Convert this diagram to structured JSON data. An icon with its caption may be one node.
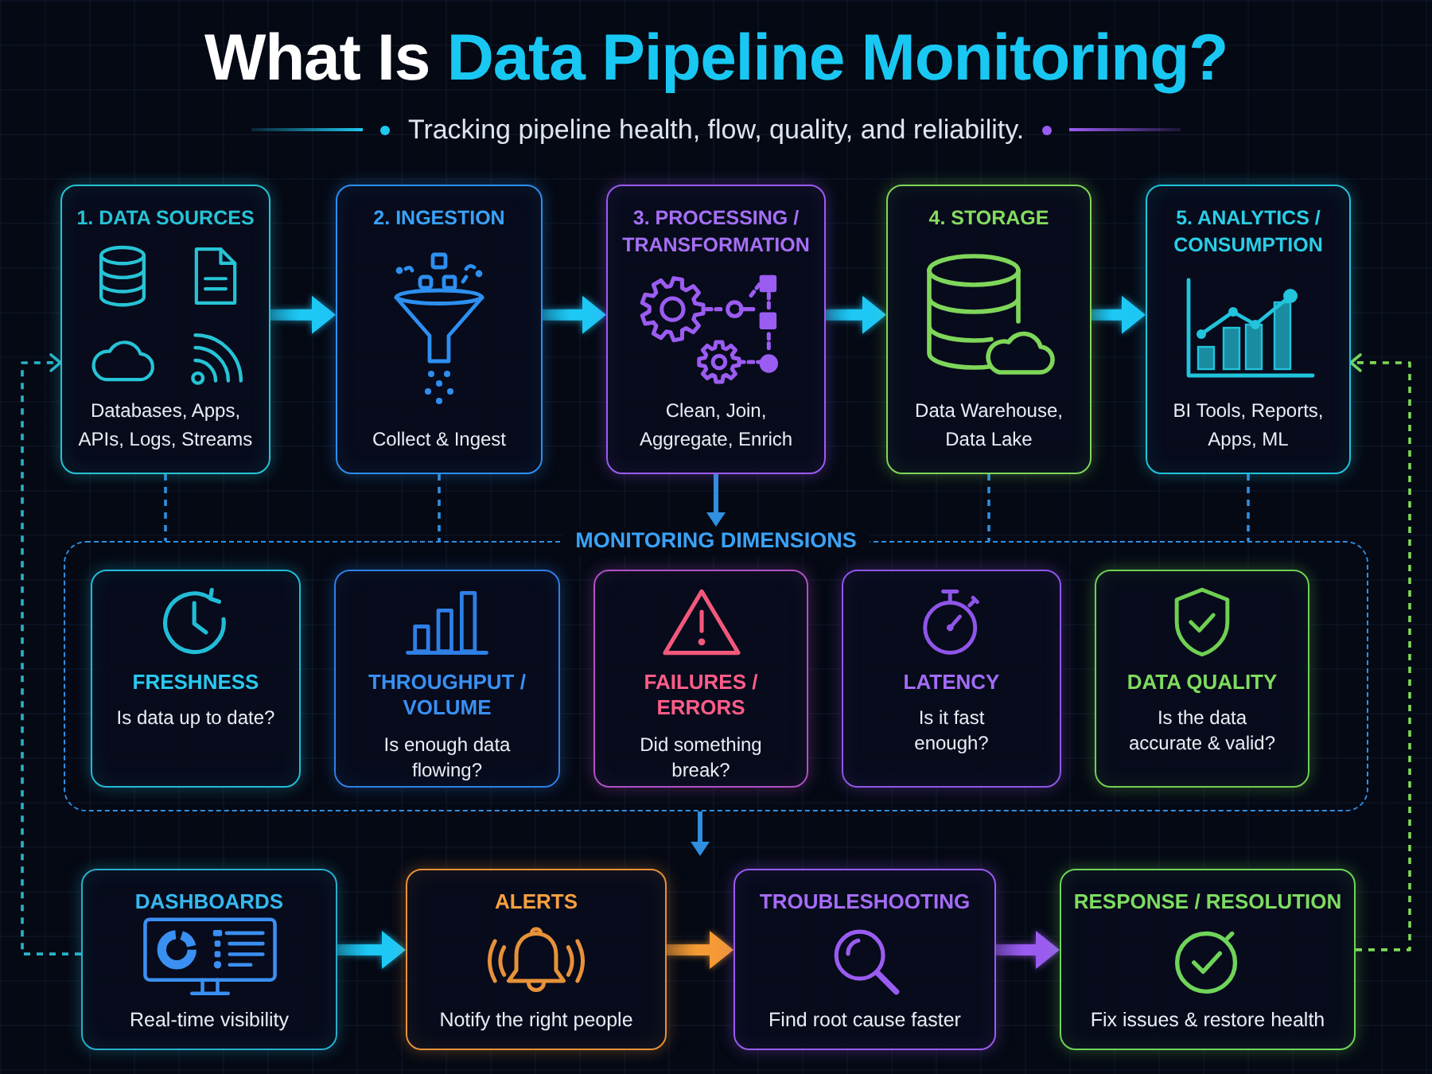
{
  "diagram": {
    "title": "What Is **Data Pipeline Monitoring?**",
    "nodes": [
      {
        "text": [
          "1. DATA SOURCES",
          "Databases, Apps, APIs, Logs, Streams"
        ]
      },
      {
        "text": [
          "2. INGESTION",
          "Collect & Ingest"
        ]
      },
      {
        "text": [
          "3. PROCESSING / TRANSFORMATION",
          "Clean, Join, Aggregate, Enrich"
        ]
      },
      {
        "text": [
          "4. STORAGE",
          "Data Warehouse, Data Lake"
        ]
      },
      {
        "text": [
          "5. ANALYTICS / CONSUMPTION",
          "BI Tools, Reports, Apps, ML"
        ]
      },
      {
        "text": [
          "MONITORING DIMENSIONS"
        ]
      },
      {
        "text": [
          "FRESHNESS",
          "Is data up to date?"
        ],
        "in": 5
      },
      {
        "text": [
          "THROUGHPUT / VOLUME",
          "Is enough data flowing?"
        ],
        "in": 5
      },
      {
        "text": [
          "FAILURES / ERRORS",
          "Did something break?"
        ],
        "in": 5
      },
      {
        "text": [
          "LATENCY",
          "Is it fast enough?"
        ],
        "in": 5
      },
      {
        "text": [
          "DATA QUALITY",
          "Is the data accurate & valid?"
        ],
        "in": 5
      },
      {
        "text": [
          "DASHBOARDS",
          "Real-time visibility"
        ]
      },
      {
        "text": [
          "ALERTS",
          "Notify the right people"
        ]
      },
      {
        "text": [
          "TROUBLESHOOTING",
          "Find root cause faster"
        ]
      },
      {
        "text": [
          "RESPONSE / RESOLUTION",
          "Fix issues & restore health"
        ]
      }
    ],
    "edges": [
      {
        "from": 0,
        "to": 1,
        "arrow": "to",
        "style": "thick"
      },
      {
        "from": 1,
        "to": 2,
        "arrow": "to",
        "style": "thick"
      },
      {
        "from": 2,
        "to": 3,
        "arrow": "to",
        "style": "thick"
      },
      {
        "from": 3,
        "to": 4,
        "arrow": "to",
        "style": "thick"
      },
      {
        "from": 0,
        "to": 5,
        "arrow": "none",
        "style": "dashed",
        "color": "#2f8fe0"
      },
      {
        "from": 1,
        "to": 5,
        "arrow": "none",
        "style": "dashed",
        "color": "#2f8fe0"
      },
      {
        "from": 2,
        "to": 5,
        "arrow": "to",
        "color": "#2f8fe0"
      },
      {
        "from": 3,
        "to": 5,
        "arrow": "none",
        "style": "dashed",
        "color": "#2f8fe0"
      },
      {
        "from": 4,
        "to": 5,
        "arrow": "none",
        "style": "dashed",
        "color": "#2f8fe0"
      },
      {
        "from": 5,
        "to": null,
        "arrow": "to",
        "color": "#2f8fe0"
      },
      {
        "from": 11,
        "to": 12,
        "arrow": "to",
        "style": "thick"
      },
      {
        "from": 12,
        "to": 13,
        "arrow": "to",
        "style": "thick",
        "color": "#f59a35"
      },
      {
        "from": 13,
        "to": 14,
        "arrow": "to",
        "style": "thick",
        "color": "#9a5cf0"
      },
      {
        "from": 11,
        "to": 0,
        "arrow": "to",
        "style": "dashed",
        "color": "#2ab4c8"
      },
      {
        "from": 14,
        "to": 4,
        "arrow": "to",
        "style": "dashed",
        "color": "#7ed957"
      }
    ],
    "labels": [
      "Tracking pipeline health, flow, quality, and reliability."
    ]
  }
}
